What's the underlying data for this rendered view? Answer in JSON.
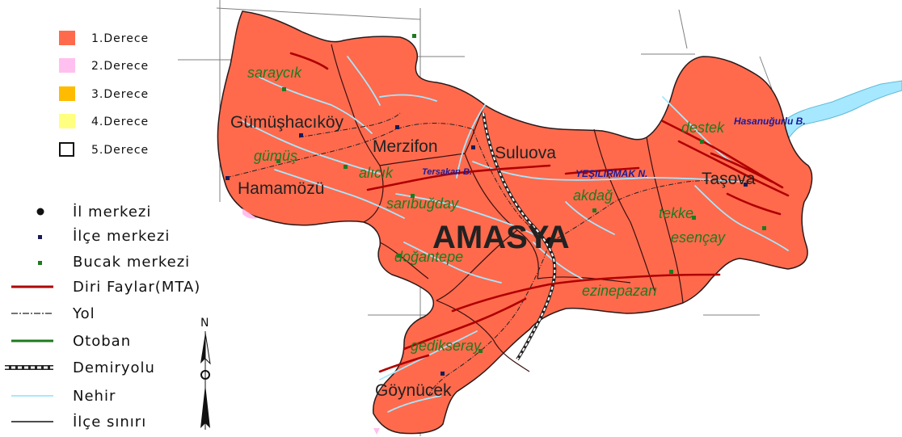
{
  "colors": {
    "derece1": "#ff6a4d",
    "derece2": "#ffc0f0",
    "derece3": "#ffbb00",
    "derece4": "#ffff80",
    "derece5": "#ffffff",
    "fault": "#b00000",
    "river": "#a6e8ff",
    "road": "#222222",
    "highway": "#1f7a1f"
  },
  "legend": {
    "degrees": [
      "1.Derece",
      "2.Derece",
      "3.Derece",
      "4.Derece",
      "5.Derece"
    ],
    "symbols": {
      "il_merkezi": "İl merkezi",
      "ilce_merkezi": "İlçe merkezi",
      "bucak_merkezi": "Bucak merkezi",
      "diri_faylar": "Diri Faylar(MTA)",
      "yol": "Yol",
      "otoban": "Otoban",
      "demiryolu": "Demiryolu",
      "nehir": "Nehir",
      "ilce_siniri": "İlçe sınırı"
    }
  },
  "north_arrow_label": "N",
  "province": "AMASYA",
  "districts": {
    "gumushacikoy": "Gümüşhacıköy",
    "merzifon": "Merzifon",
    "suluova": "Suluova",
    "hamamozu": "Hamamözü",
    "tasova": "Taşova",
    "goynucek": "Göynücek"
  },
  "bucaks": {
    "saraycik": "saraycık",
    "gumus": "gümüş",
    "alicik": "alıcık",
    "saribugday": "sarıbuğday",
    "akdag": "akdağ",
    "destek": "destek",
    "tekke": "tekke",
    "esencay": "esençay",
    "dogantepe": "doğantepe",
    "ezinepazari": "ezinepazarı",
    "gedikseray": "gedikseray"
  },
  "waters": {
    "yesilirmak": "YEŞILIRMAK N.",
    "tersakan": "Tersakan B.",
    "hasanugurlu": "Hasanuğurlu B."
  }
}
